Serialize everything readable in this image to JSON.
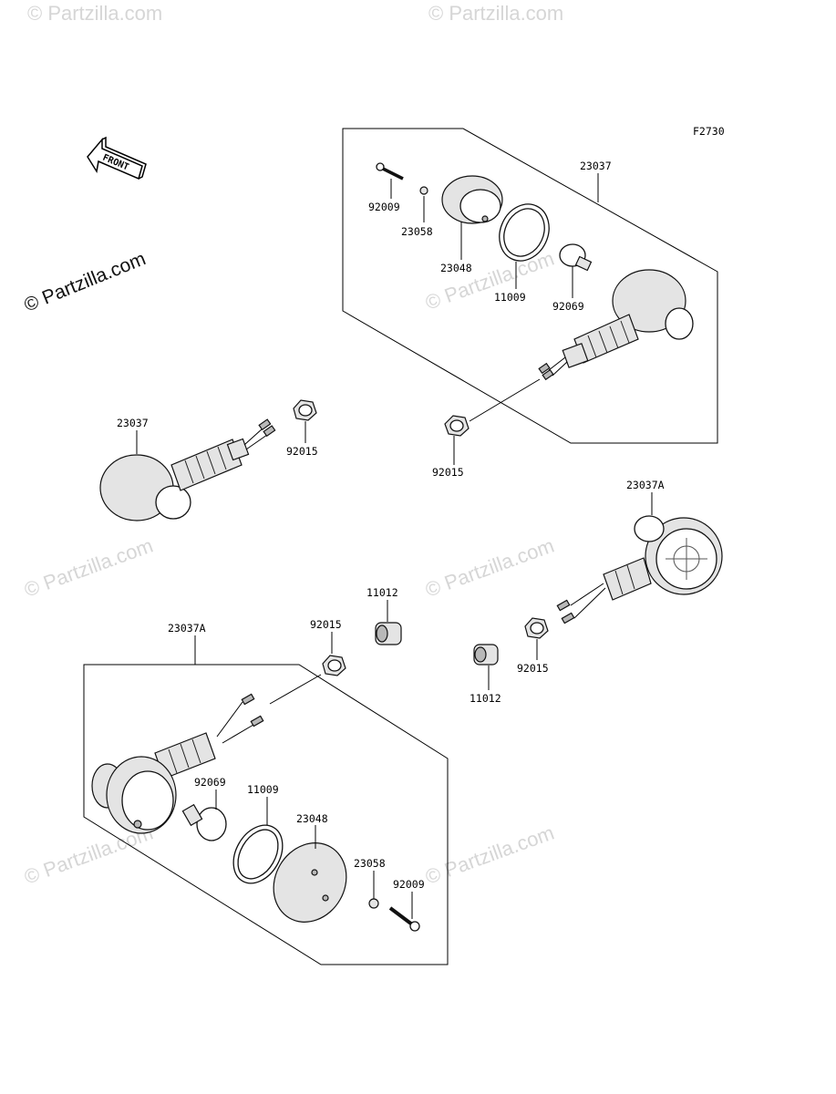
{
  "figure_code": "F2730",
  "front_label": "FRONT",
  "logo": "© Partzilla.com",
  "watermark": "© Partzilla.com",
  "callouts": {
    "top_assembly": "23037",
    "top_screw": "92009",
    "top_washer": "23058",
    "top_lens": "23048",
    "top_gasket": "11009",
    "top_bulb": "92069",
    "top_nut": "92015",
    "left_signal": "23037",
    "left_nut": "92015",
    "right_signal": "23037A",
    "right_nut": "92015",
    "right_spacer": "11012",
    "mid_spacer": "11012",
    "bottom_assembly": "23037A",
    "bottom_nut": "92015",
    "bottom_bulb": "92069",
    "bottom_gasket": "11009",
    "bottom_lens": "23048",
    "bottom_washer": "23058",
    "bottom_screw": "92009"
  }
}
